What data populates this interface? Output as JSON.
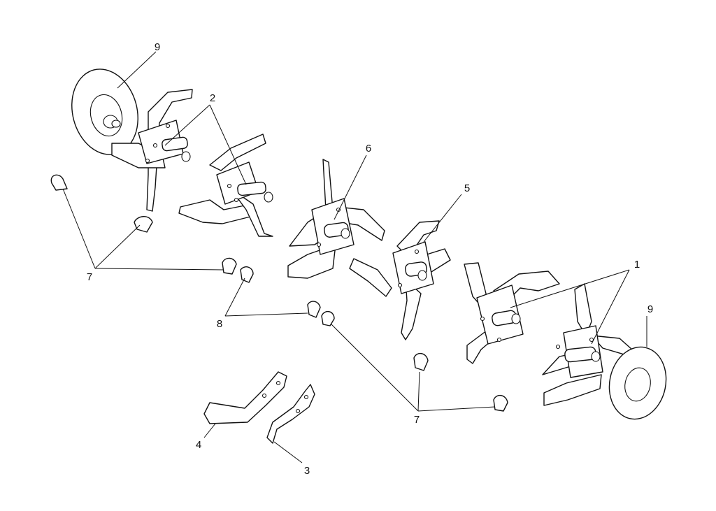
{
  "callouts": {
    "c1": "1",
    "c2": "2",
    "c3": "3",
    "c4": "4",
    "c5": "5",
    "c6": "6",
    "c7a": "7",
    "c7b": "7",
    "c8": "8",
    "c9a": "9",
    "c9b": "9"
  },
  "colors": {
    "line": "#111111",
    "background": "#ffffff"
  }
}
